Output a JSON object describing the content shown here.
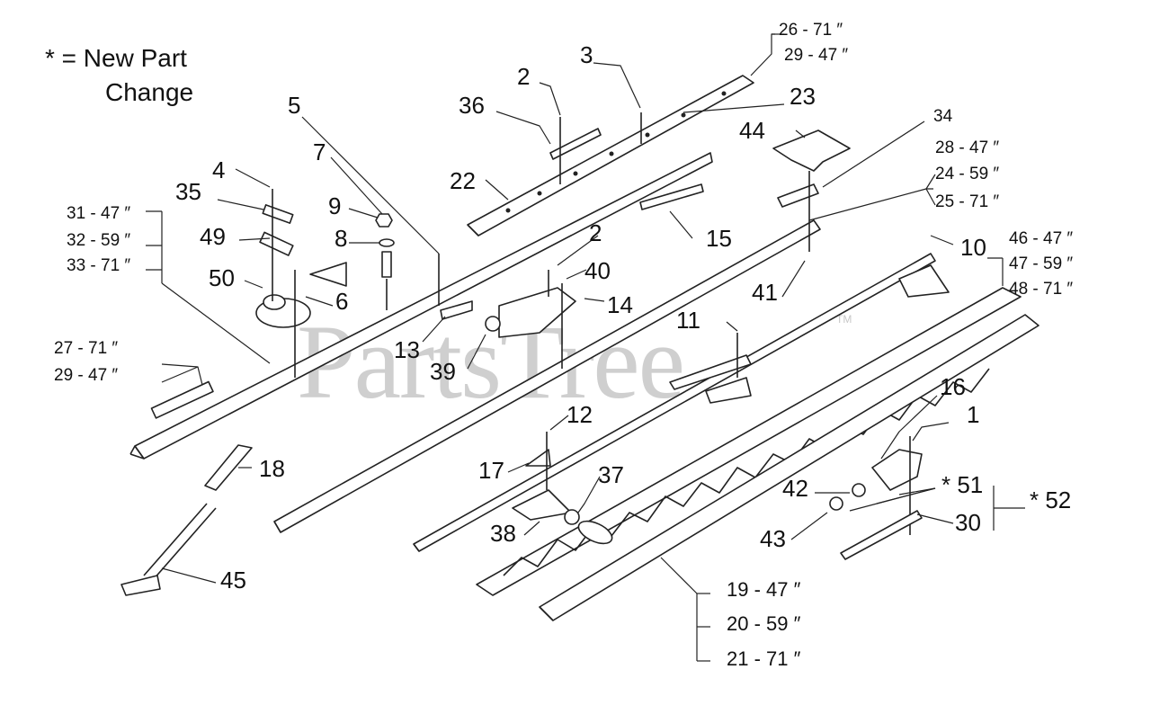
{
  "legend": {
    "line1": "* = New Part",
    "line2": "Change"
  },
  "watermark": {
    "text": "PartsTree",
    "trademark": "TM"
  },
  "callouts": [
    {
      "id": "c2a",
      "text": "2"
    },
    {
      "id": "c3",
      "text": "3"
    },
    {
      "id": "c36",
      "text": "36"
    },
    {
      "id": "c23",
      "text": "23"
    },
    {
      "id": "c22",
      "text": "22"
    },
    {
      "id": "c26",
      "text": "26 - 71 ″"
    },
    {
      "id": "c29a",
      "text": "29 - 47 ″"
    },
    {
      "id": "c44",
      "text": "44"
    },
    {
      "id": "c34",
      "text": "34"
    },
    {
      "id": "c28",
      "text": "28 - 47 ″"
    },
    {
      "id": "c24",
      "text": "24 - 59 ″"
    },
    {
      "id": "c25",
      "text": "25 - 71 ″"
    },
    {
      "id": "c15",
      "text": "15"
    },
    {
      "id": "c5",
      "text": "5"
    },
    {
      "id": "c7",
      "text": "7"
    },
    {
      "id": "c4",
      "text": "4"
    },
    {
      "id": "c35",
      "text": "35"
    },
    {
      "id": "c9",
      "text": "9"
    },
    {
      "id": "c8",
      "text": "8"
    },
    {
      "id": "c49",
      "text": "49"
    },
    {
      "id": "c50",
      "text": "50"
    },
    {
      "id": "c6",
      "text": "6"
    },
    {
      "id": "c31",
      "text": "31 - 47 ″"
    },
    {
      "id": "c32",
      "text": "32 - 59 ″"
    },
    {
      "id": "c33",
      "text": "33 - 71 ″"
    },
    {
      "id": "c2b",
      "text": "2"
    },
    {
      "id": "c40",
      "text": "40"
    },
    {
      "id": "c14",
      "text": "14"
    },
    {
      "id": "c13",
      "text": "13"
    },
    {
      "id": "c39",
      "text": "39"
    },
    {
      "id": "c41",
      "text": "41"
    },
    {
      "id": "c10",
      "text": "10"
    },
    {
      "id": "c46",
      "text": "46 - 47 ″"
    },
    {
      "id": "c47",
      "text": "47 - 59 ″"
    },
    {
      "id": "c48",
      "text": "48 - 71 ″"
    },
    {
      "id": "c11",
      "text": "11"
    },
    {
      "id": "c27",
      "text": "27 - 71 ″"
    },
    {
      "id": "c29b",
      "text": "29 - 47 ″"
    },
    {
      "id": "c16",
      "text": "16"
    },
    {
      "id": "c1",
      "text": "1"
    },
    {
      "id": "c12",
      "text": "12"
    },
    {
      "id": "c18",
      "text": "18"
    },
    {
      "id": "c17",
      "text": "17"
    },
    {
      "id": "c37",
      "text": "37"
    },
    {
      "id": "c42",
      "text": "42"
    },
    {
      "id": "c51",
      "text": "* 51"
    },
    {
      "id": "c52",
      "text": "* 52"
    },
    {
      "id": "c38",
      "text": "38"
    },
    {
      "id": "c43",
      "text": "43"
    },
    {
      "id": "c30",
      "text": "30"
    },
    {
      "id": "c45",
      "text": "45"
    },
    {
      "id": "c19",
      "text": "19 - 47 ″"
    },
    {
      "id": "c20",
      "text": "20 - 59 ″"
    },
    {
      "id": "c21",
      "text": "21 - 71 ″"
    }
  ]
}
